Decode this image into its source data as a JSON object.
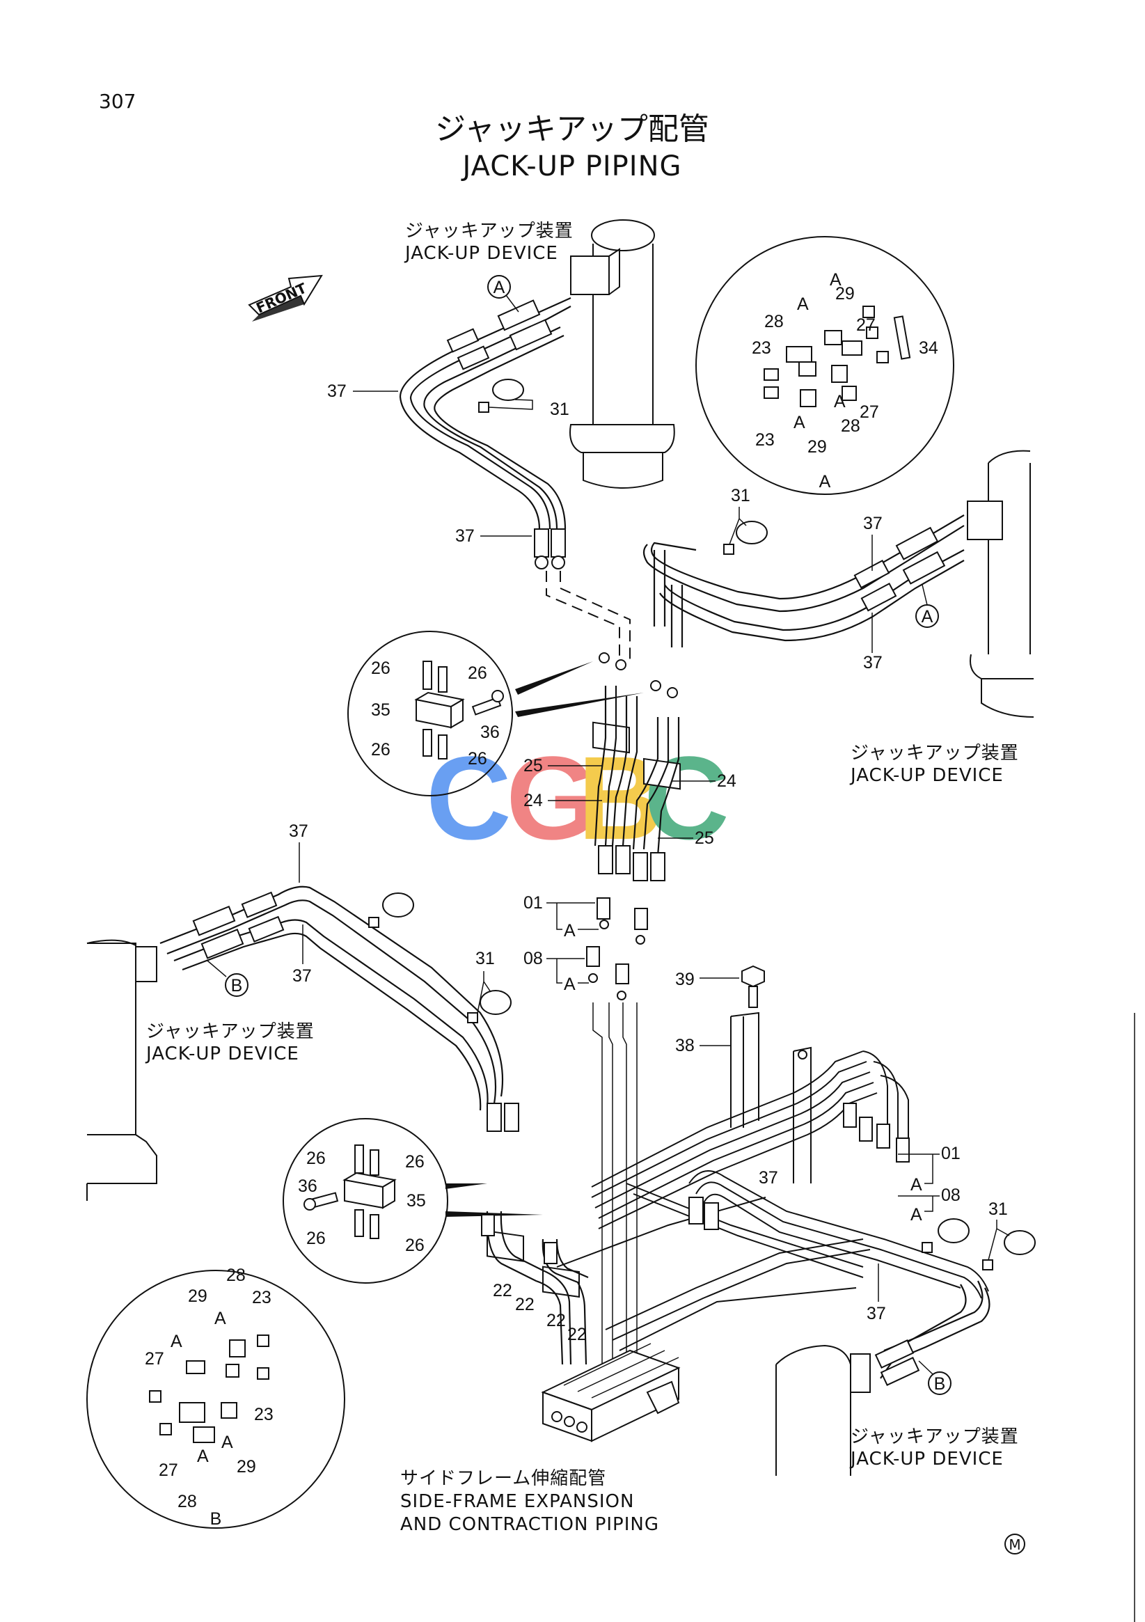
{
  "page_number": "307",
  "title": {
    "jp": "ジャッキアップ配管",
    "en": "JACK-UP PIPING"
  },
  "front_label": "FRONT",
  "watermark": {
    "letters": [
      "C",
      "G",
      "B",
      "C"
    ],
    "colors": [
      "#4f8ff0",
      "#ee6f6f",
      "#f3c22f",
      "#3fa877"
    ]
  },
  "captions": {
    "jackup_device_jp": "ジャッキアップ装置",
    "jackup_device_en": "JACK-UP DEVICE",
    "side_frame_jp": "サイドフレーム伸縮配管",
    "side_frame_en_1": "SIDE-FRAME EXPANSION",
    "side_frame_en_2": "AND CONTRACTION PIPING"
  },
  "detail_labels": {
    "a": "A",
    "b": "B"
  },
  "part_numbers": {
    "p01": "01",
    "p08": "08",
    "p22": "22",
    "p23": "23",
    "p24": "24",
    "p25": "25",
    "p26": "26",
    "p27": "27",
    "p28": "28",
    "p29": "29",
    "p31": "31",
    "p34": "34",
    "p35": "35",
    "p36": "36",
    "p37": "37",
    "p38": "38",
    "p39": "39"
  },
  "mark_m": "M"
}
